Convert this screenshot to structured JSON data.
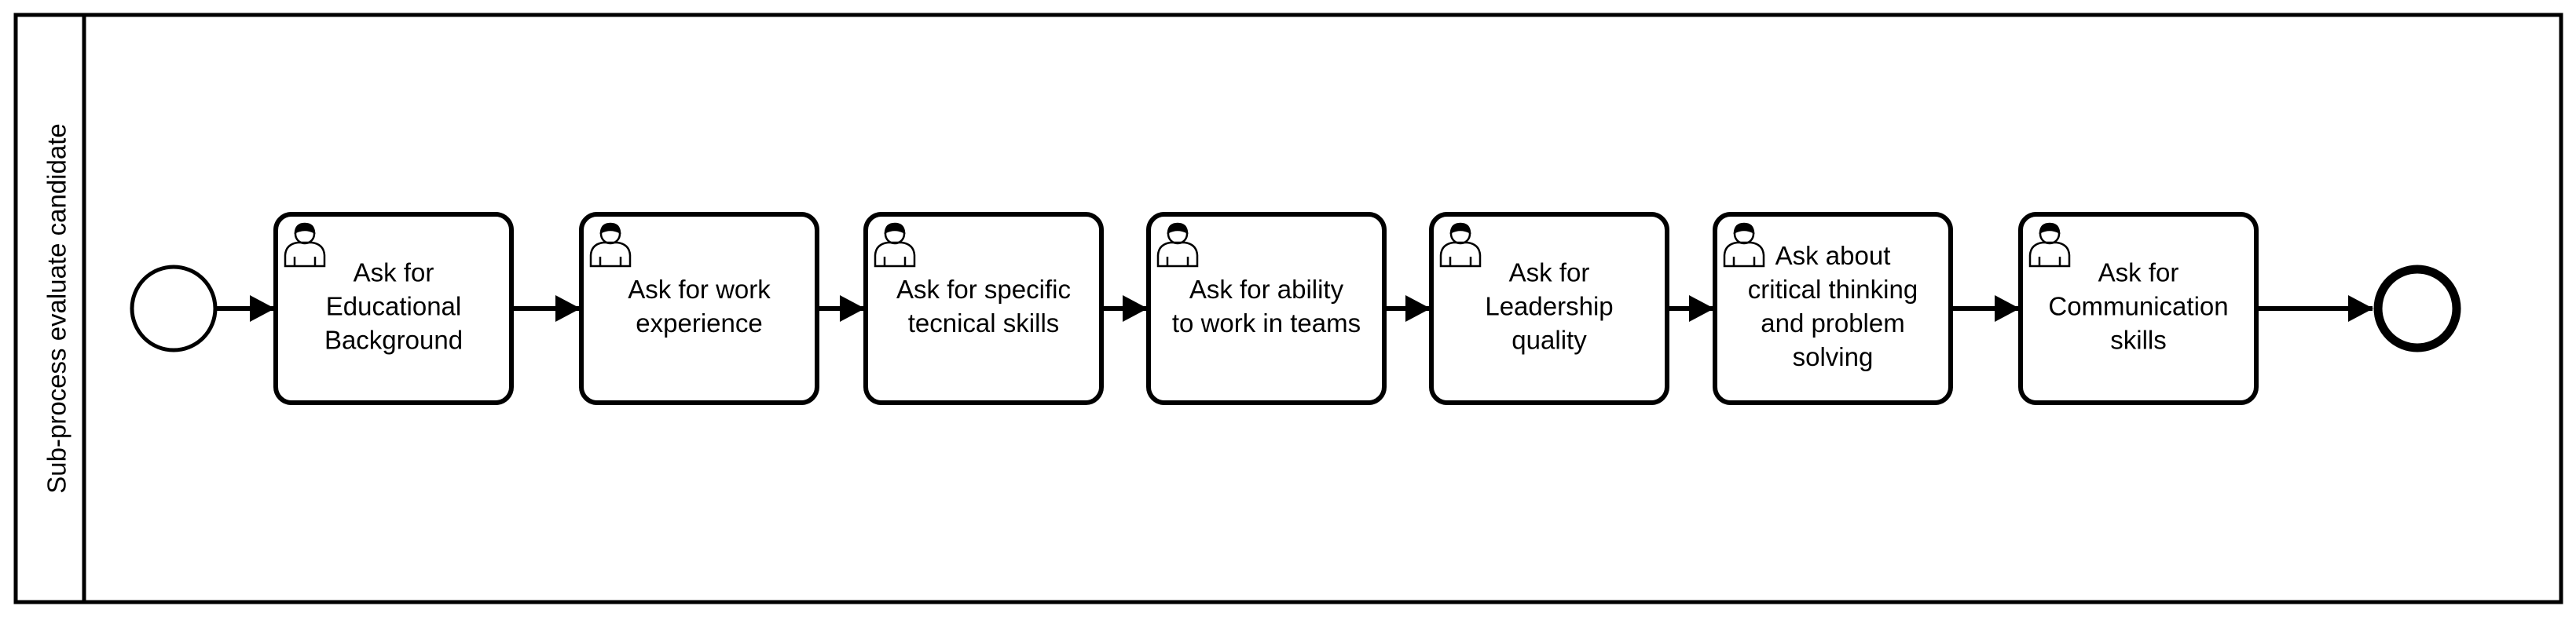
{
  "pool": {
    "label": "Sub-process evaluate candidate"
  },
  "events": {
    "start": {
      "type": "start-event"
    },
    "end": {
      "type": "end-event"
    }
  },
  "tasks": [
    {
      "id": "educational-background",
      "type": "user-task",
      "icon": "user-icon",
      "lines": [
        "Ask for",
        "Educational",
        "Background"
      ]
    },
    {
      "id": "work-experience",
      "type": "user-task",
      "icon": "user-icon",
      "lines": [
        "Ask for work",
        "experience"
      ]
    },
    {
      "id": "technical-skills",
      "type": "user-task",
      "icon": "user-icon",
      "lines": [
        "Ask for specific",
        "tecnical skills"
      ]
    },
    {
      "id": "teamwork",
      "type": "user-task",
      "icon": "user-icon",
      "lines": [
        "Ask for ability",
        "to work in teams"
      ]
    },
    {
      "id": "leadership",
      "type": "user-task",
      "icon": "user-icon",
      "lines": [
        "Ask for",
        "Leadership",
        "quality"
      ]
    },
    {
      "id": "critical-thinking",
      "type": "user-task",
      "icon": "user-icon",
      "lines": [
        "Ask about",
        "critical thinking",
        "and problem",
        "solving"
      ]
    },
    {
      "id": "communication",
      "type": "user-task",
      "icon": "user-icon",
      "lines": [
        "Ask for",
        "Communication",
        "skills"
      ]
    }
  ],
  "flows": [
    {
      "from": "start",
      "to": "educational-background"
    },
    {
      "from": "educational-background",
      "to": "work-experience"
    },
    {
      "from": "work-experience",
      "to": "technical-skills"
    },
    {
      "from": "technical-skills",
      "to": "teamwork"
    },
    {
      "from": "teamwork",
      "to": "leadership"
    },
    {
      "from": "leadership",
      "to": "critical-thinking"
    },
    {
      "from": "critical-thinking",
      "to": "communication"
    },
    {
      "from": "communication",
      "to": "end"
    }
  ],
  "colors": {
    "stroke": "#000000",
    "fill": "#ffffff"
  }
}
